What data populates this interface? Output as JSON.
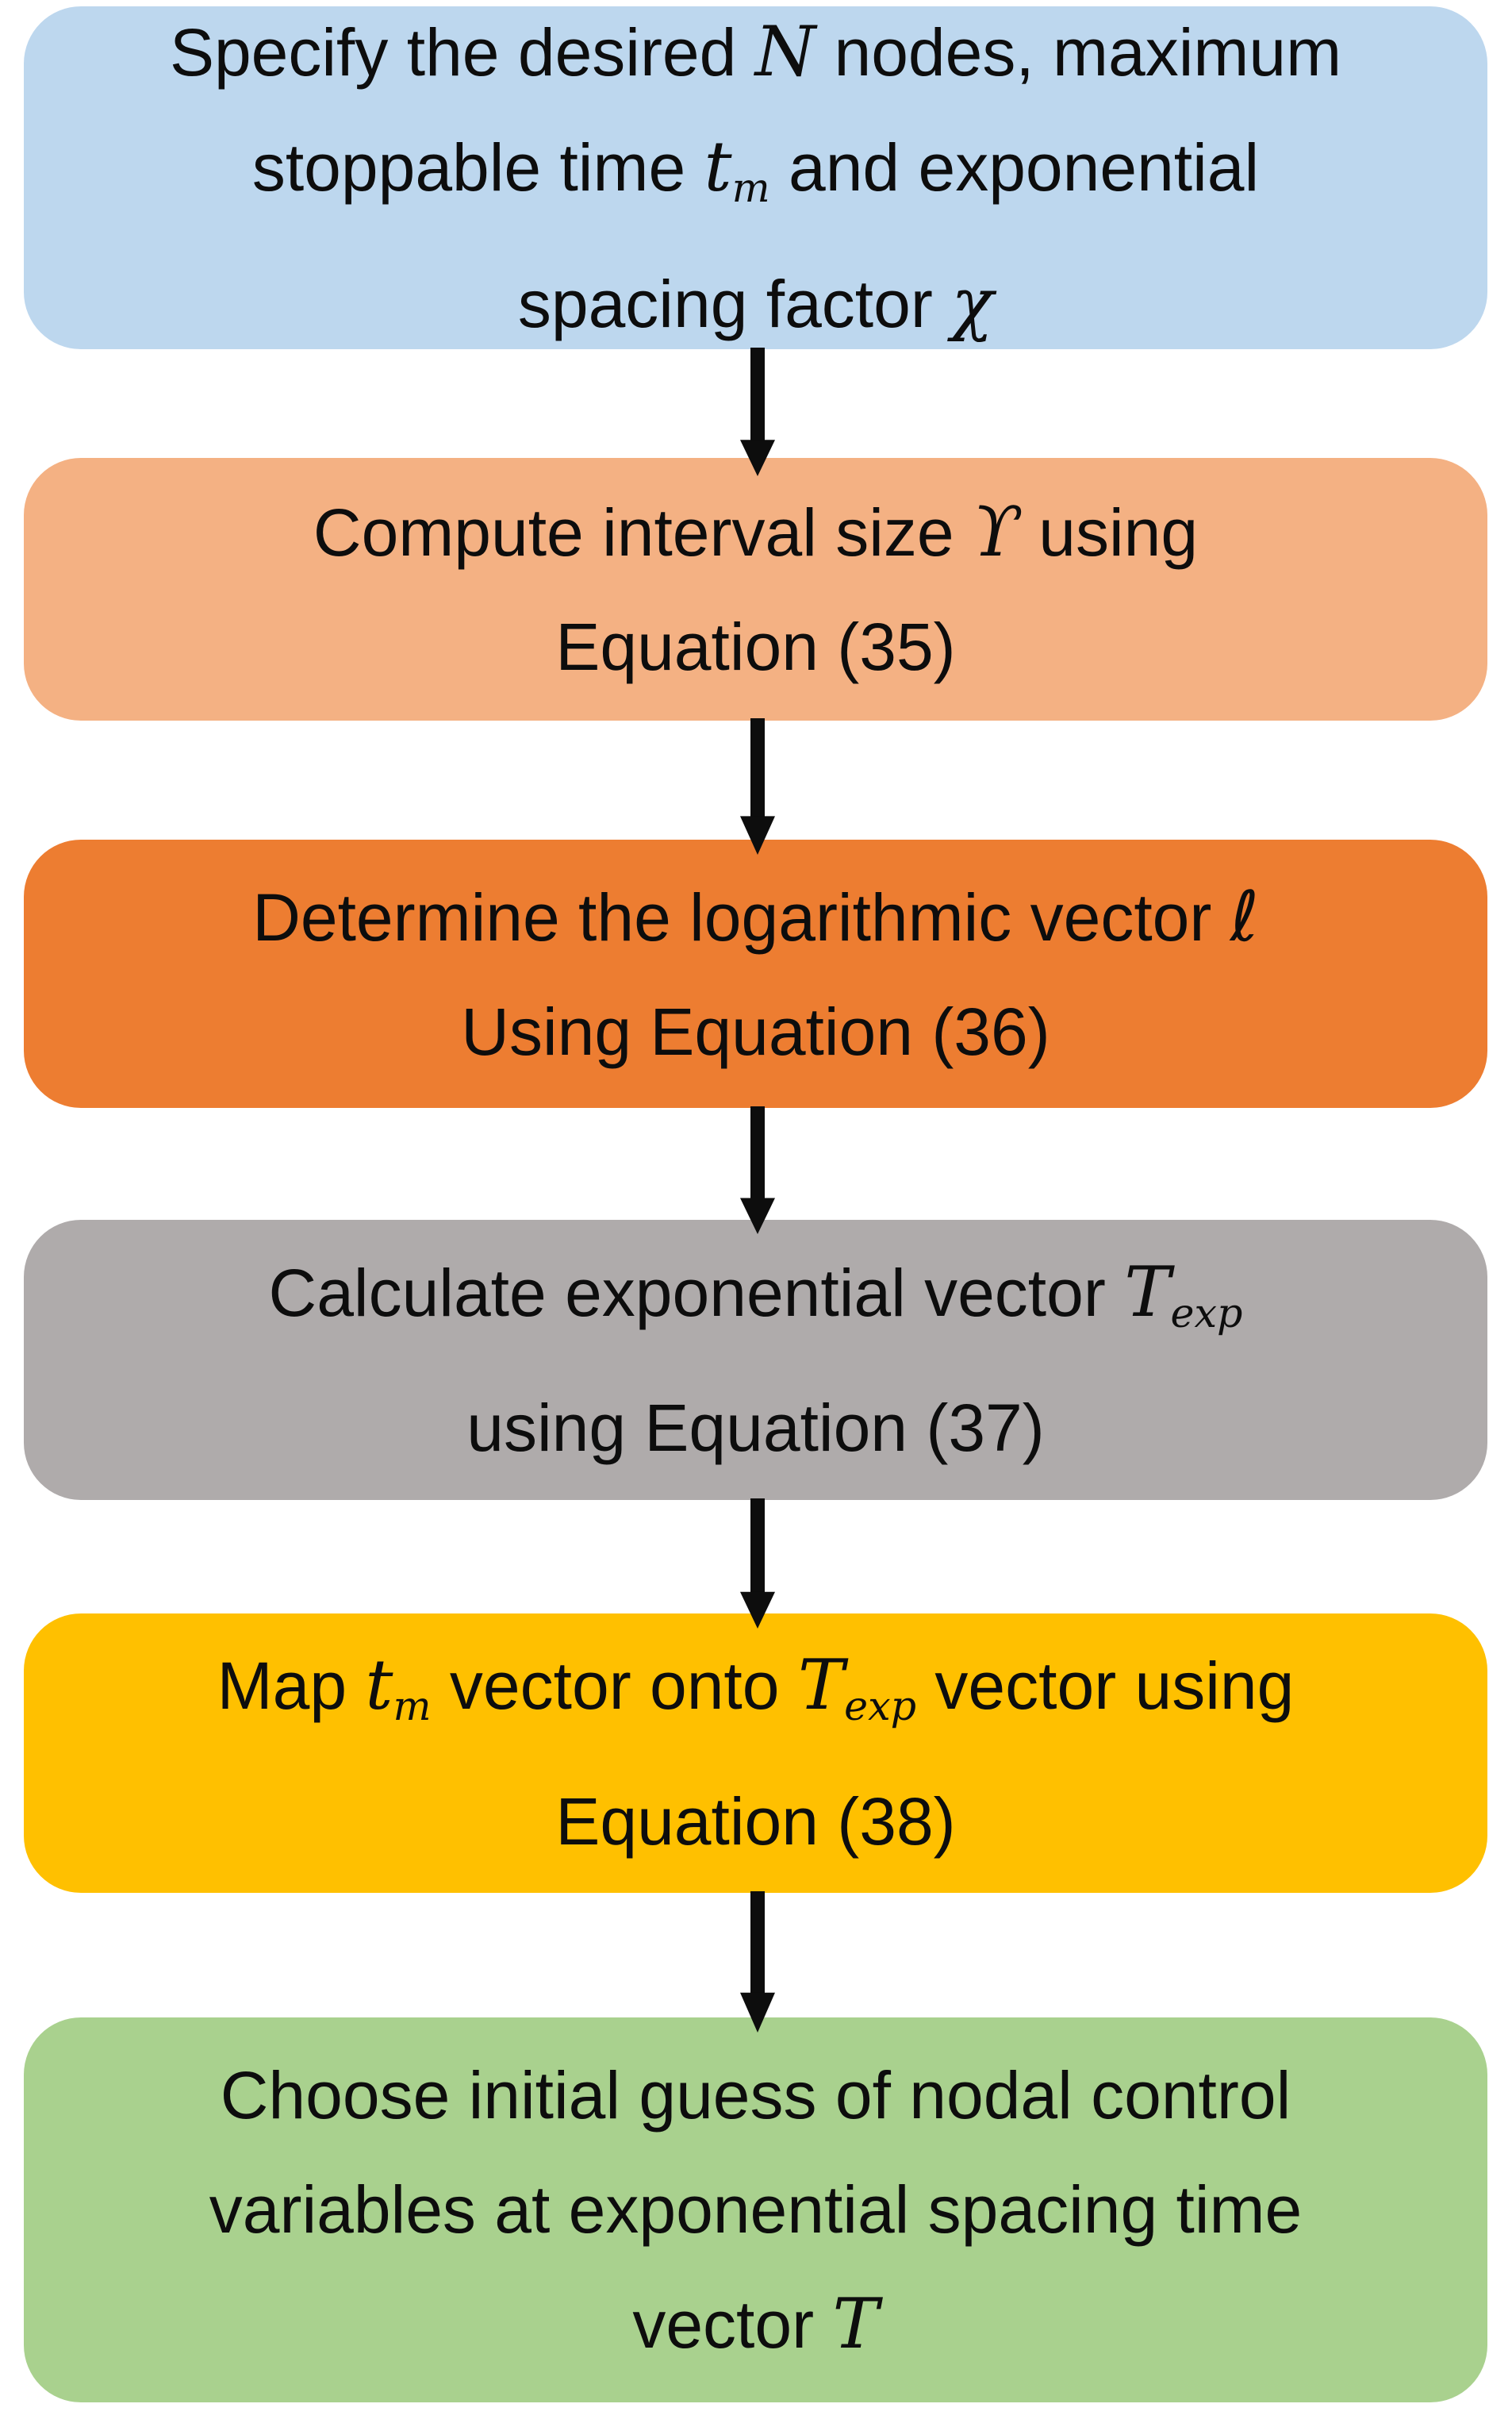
{
  "flowchart": {
    "background": "#ffffff",
    "arrow_color": "#0d0d0d",
    "text_color": "#0d0d0d",
    "steps": [
      {
        "name": "specify-inputs",
        "fill": "#BDD7EE",
        "line1": {
          "t1": "Specify the desired ",
          "m1": "N",
          "t2": " nodes, maximum"
        },
        "line2": {
          "t1": "stoppable time ",
          "m1": "t",
          "s1": "m",
          "t2": " and exponential"
        },
        "line3": {
          "t1": "spacing factor ",
          "m1": "χ"
        }
      },
      {
        "name": "compute-interval-size",
        "fill": "#F4B183",
        "line1": {
          "t1": "Compute interval size ",
          "m1": "ϒ",
          "t2": " using"
        },
        "line2": {
          "t1": "Equation (35)"
        }
      },
      {
        "name": "determine-logarithmic-vector",
        "fill": "#ED7D31",
        "line1": {
          "t1": "Determine the logarithmic vector ",
          "m1": "ℓ"
        },
        "line2": {
          "t1": "Using Equation (36)"
        }
      },
      {
        "name": "calculate-exponential-vector",
        "fill": "#AFABAB",
        "line1": {
          "t1": "Calculate exponential vector ",
          "m1": "T",
          "s1": "exp"
        },
        "line2": {
          "t1": "using Equation (37)"
        }
      },
      {
        "name": "map-tm-vector-onto-texp",
        "fill": "#FFC000",
        "line1": {
          "t1": "Map ",
          "m1": "t",
          "s1": "m",
          "t2": " vector onto ",
          "m2": "T",
          "s2": "exp",
          "t3": " vector using"
        },
        "line2": {
          "t1": "Equation (38)"
        }
      },
      {
        "name": "choose-initial-guess",
        "fill": "#A9D18E",
        "line1": {
          "t1": "Choose initial guess of nodal control"
        },
        "line2": {
          "t1": "variables at exponential spacing time"
        },
        "line3": {
          "t1": "vector ",
          "m1": "T"
        }
      }
    ]
  }
}
